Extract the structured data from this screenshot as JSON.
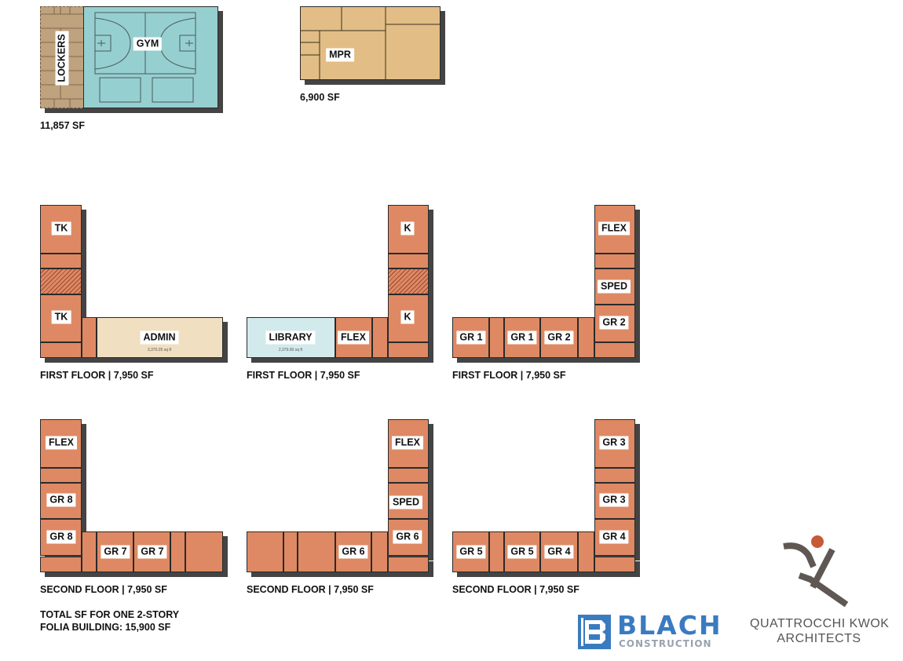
{
  "top": {
    "gym_label": "GYM",
    "lockers_label": "LOCKERS",
    "gym_area": "11,857 SF",
    "mpr_label": "MPR",
    "mpr_area": "6,900 SF"
  },
  "plans": [
    {
      "caption": "FIRST FLOOR | 7,950 SF",
      "rooms": [
        "TK",
        "TK",
        "ADMIN"
      ],
      "sub": "3,370.25 sq ft"
    },
    {
      "caption": "FIRST FLOOR | 7,950 SF",
      "rooms": [
        "K",
        "K",
        "LIBRARY",
        "FLEX"
      ],
      "sub": "2,379.00 sq ft"
    },
    {
      "caption": "FIRST FLOOR | 7,950 SF",
      "rooms": [
        "FLEX",
        "SPED",
        "GR 2",
        "GR 1",
        "GR 1",
        "GR 2"
      ]
    },
    {
      "caption": "SECOND FLOOR | 7,950 SF",
      "rooms": [
        "FLEX",
        "GR 8",
        "GR 8",
        "GR 7",
        "GR 7"
      ]
    },
    {
      "caption": "SECOND FLOOR | 7,950 SF",
      "rooms": [
        "FLEX",
        "SPED",
        "GR 6",
        "GR 6"
      ]
    },
    {
      "caption": "SECOND FLOOR | 7,950 SF",
      "rooms": [
        "GR 3",
        "GR 3",
        "GR 4",
        "GR 5",
        "GR 5",
        "GR 4"
      ]
    }
  ],
  "total": {
    "line1": "TOTAL SF FOR ONE 2-STORY",
    "line2": "FOLIA BUILDING: 15,900 SF"
  },
  "logos": {
    "blach": "BLACH",
    "blach_sub": "CONSTRUCTION",
    "qk_line1": "QUATTROCCHI KWOK",
    "qk_line2": "ARCHITECTS",
    "blach_color": "#3a7bc0",
    "qk_accent": "#c65a36"
  }
}
